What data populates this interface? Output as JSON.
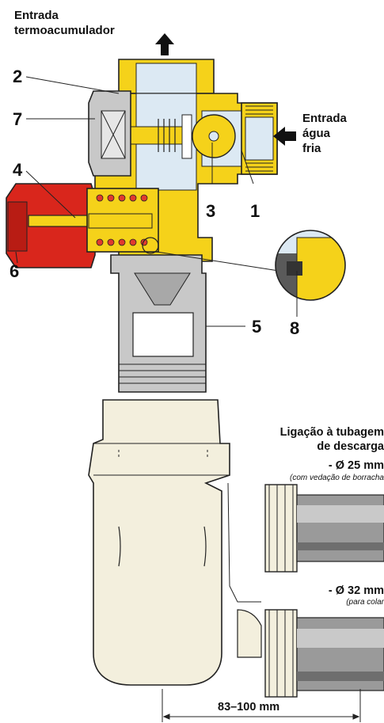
{
  "inlet_top": {
    "line1": "Entrada",
    "line2": "termoacumulador"
  },
  "inlet_cold": {
    "line1": "Entrada",
    "line2": "água",
    "line3": "fria"
  },
  "callouts": [
    "2",
    "7",
    "4",
    "6",
    "3",
    "1",
    "5",
    "8"
  ],
  "drain": {
    "title_line1": "Ligação à tubagem",
    "title_line2": "de descarga",
    "option1_label": "- Ø 25 mm",
    "option1_note": "(com vedação de borracha",
    "option2_label": "- Ø 32 mm",
    "option2_note": "(para colar",
    "dimension": "83–100 mm"
  },
  "colors": {
    "brass": "#f5d21a",
    "red": "#d9261c",
    "spring_red": "#e03a2e",
    "grey": "#c8c8c8",
    "water": "#dce9f3",
    "plastic": "#f3efdd"
  },
  "icons": [
    "arrow-up-icon",
    "arrow-left-icon"
  ]
}
